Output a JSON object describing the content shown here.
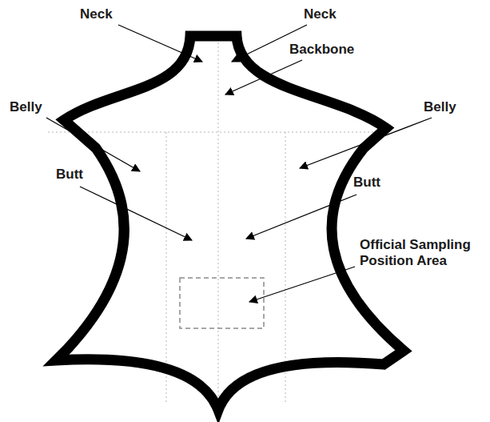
{
  "diagram": {
    "labels": [
      "Neck",
      "Neck",
      "Backbone",
      "Belly",
      "Belly",
      "Butt",
      "Butt",
      "Official Sampling Position Area"
    ]
  }
}
